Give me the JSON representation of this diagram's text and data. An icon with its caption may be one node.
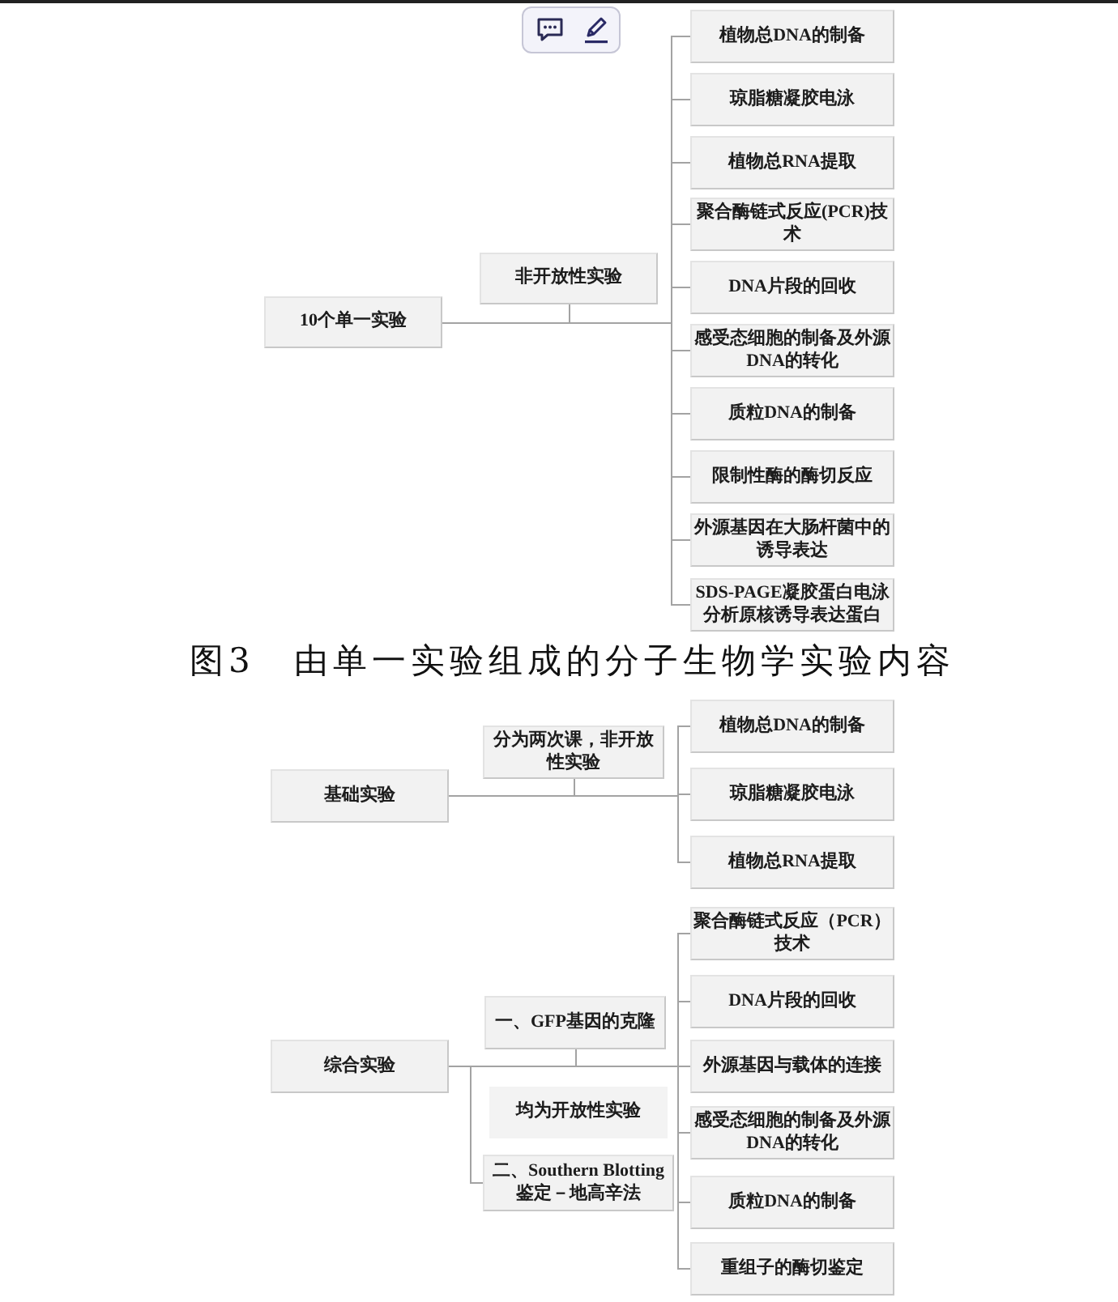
{
  "diagram": {
    "caption": "图3　由单一实验组成的分子生物学实验内容",
    "nodes": [
      {
        "text": [
          "10个单一实验"
        ]
      },
      {
        "text": [
          "非开放性实验"
        ]
      },
      {
        "text": [
          "植物总DNA的制备"
        ]
      },
      {
        "text": [
          "琼脂糖凝胶电泳"
        ]
      },
      {
        "text": [
          "植物总RNA提取"
        ]
      },
      {
        "text": [
          "聚合酶链式反应(PCR)技术"
        ]
      },
      {
        "text": [
          "DNA片段的回收"
        ]
      },
      {
        "text": [
          "感受态细胞的制备及外源DNA的转化"
        ]
      },
      {
        "text": [
          "质粒DNA的制备"
        ]
      },
      {
        "text": [
          "限制性酶的酶切反应"
        ]
      },
      {
        "text": [
          "外源基因在大肠杆菌中的诱导表达"
        ]
      },
      {
        "text": [
          "SDS-PAGE凝胶蛋白电泳分析原核诱导表达蛋白"
        ]
      },
      {
        "text": [
          "基础实验"
        ]
      },
      {
        "text": [
          "分为两次课，非开放性实验"
        ]
      },
      {
        "text": [
          "植物总DNA的制备"
        ]
      },
      {
        "text": [
          "琼脂糖凝胶电泳"
        ]
      },
      {
        "text": [
          "植物总RNA提取"
        ]
      },
      {
        "text": [
          "综合实验"
        ]
      },
      {
        "text": [
          "一、GFP基因的克隆"
        ]
      },
      {
        "text": [
          "均为开放性实验"
        ]
      },
      {
        "text": [
          "二、Southern Blotting鉴定－地高辛法"
        ]
      },
      {
        "text": [
          "聚合酶链式反应（PCR）技术"
        ]
      },
      {
        "text": [
          "DNA片段的回收"
        ]
      },
      {
        "text": [
          "外源基因与载体的连接"
        ]
      },
      {
        "text": [
          "感受态细胞的制备及外源DNA的转化"
        ]
      },
      {
        "text": [
          "质粒DNA的制备"
        ]
      },
      {
        "text": [
          "重组子的酶切鉴定"
        ]
      }
    ],
    "edges": [
      {
        "from": 0,
        "to": 2,
        "arrow": "none"
      },
      {
        "from": 0,
        "to": 3,
        "arrow": "none"
      },
      {
        "from": 0,
        "to": 4,
        "arrow": "none"
      },
      {
        "from": 0,
        "to": 5,
        "arrow": "none"
      },
      {
        "from": 0,
        "to": 6,
        "arrow": "none"
      },
      {
        "from": 0,
        "to": 7,
        "arrow": "none"
      },
      {
        "from": 0,
        "to": 8,
        "arrow": "none"
      },
      {
        "from": 0,
        "to": 9,
        "arrow": "none"
      },
      {
        "from": 0,
        "to": 10,
        "arrow": "none"
      },
      {
        "from": 0,
        "to": 11,
        "arrow": "none"
      },
      {
        "from": 1,
        "to": null,
        "arrow": "none"
      },
      {
        "from": 12,
        "to": 14,
        "arrow": "none"
      },
      {
        "from": 12,
        "to": 15,
        "arrow": "none"
      },
      {
        "from": 12,
        "to": 16,
        "arrow": "none"
      },
      {
        "from": 13,
        "to": null,
        "arrow": "none"
      },
      {
        "from": 17,
        "to": 21,
        "arrow": "none"
      },
      {
        "from": 17,
        "to": 22,
        "arrow": "none"
      },
      {
        "from": 17,
        "to": 23,
        "arrow": "none"
      },
      {
        "from": 17,
        "to": 24,
        "arrow": "none"
      },
      {
        "from": 17,
        "to": 25,
        "arrow": "none"
      },
      {
        "from": 17,
        "to": 26,
        "arrow": "none"
      },
      {
        "from": 17,
        "to": 20,
        "arrow": "none"
      },
      {
        "from": 18,
        "to": null,
        "arrow": "none"
      }
    ]
  }
}
